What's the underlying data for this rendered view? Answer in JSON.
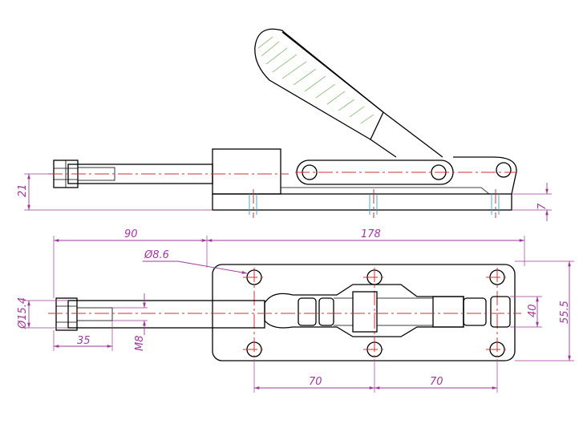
{
  "dimensions": {
    "side_height_21": "21",
    "side_height_7": "7",
    "length_90": "90",
    "length_178": "178",
    "hole_diameter": "Ø8.6",
    "shaft_diameter": "Ø15.4",
    "length_35": "35",
    "thread": "M8",
    "width_40": "40",
    "width_55_5": "55.5",
    "pitch_70_left": "70",
    "pitch_70_right": "70"
  },
  "colors": {
    "outline": "#000000",
    "centerline": "#d32f2f",
    "dimension": "#a0389a",
    "hidden": "#3aa0c8",
    "hatch": "#6aa84f"
  }
}
